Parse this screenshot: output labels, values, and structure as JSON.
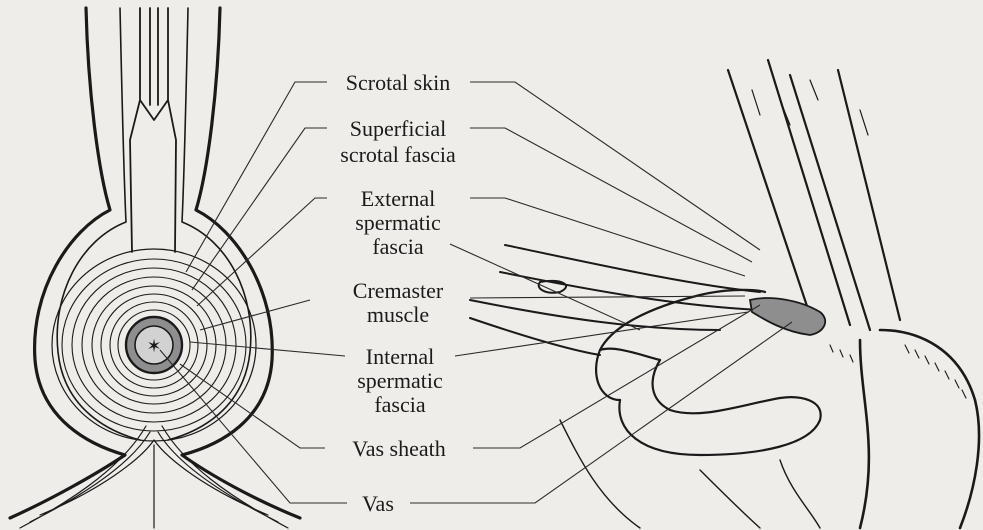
{
  "labels": {
    "scrotal_skin": "Scrotal skin",
    "superficial_1": "Superficial",
    "superficial_2": "scrotal  fascia",
    "external_1": "External",
    "external_2": "spermatic",
    "external_3": "fascia",
    "cremaster_1": "Cremaster",
    "cremaster_2": "muscle",
    "internal_1": "Internal",
    "internal_2": "spermatic",
    "internal_3": "fascia",
    "vas_sheath": "Vas sheath",
    "vas": "Vas"
  },
  "colors": {
    "background": "#eeedea",
    "ink": "#1a1a1a",
    "vas_sheath_fill": "#8e8e8e",
    "vas_fill": "#d2d2d2"
  }
}
